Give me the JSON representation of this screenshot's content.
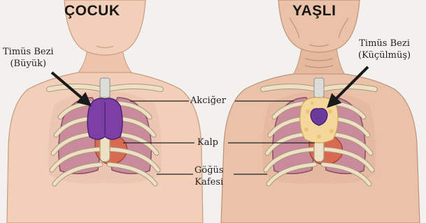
{
  "titles": {
    "left": "ÇOCUK",
    "right": "YAŞLI"
  },
  "labels": {
    "thymus_child": [
      "Timüs Bezi",
      "(Büyük)"
    ],
    "thymus_elderly": [
      "Timüs Bezi",
      "(Küçülmüş)"
    ],
    "lungs": "Akciğer",
    "heart": "Kalp",
    "ribcage": [
      "Göğüs",
      "Kafesi"
    ]
  },
  "colors": {
    "skin": "#f1cfb8",
    "skin_shadow": "#e0b498",
    "bone": "#ede0c4",
    "bone_edge": "#a89878",
    "lung": "#c98a9c",
    "lung_dark": "#8c4f66",
    "thymus_large": "#7c3fa6",
    "thymus_small": "#6a3b9c",
    "fat_tissue": "#f4d79a",
    "heart": "#d86a52",
    "arrow": "#1a1a1a"
  }
}
